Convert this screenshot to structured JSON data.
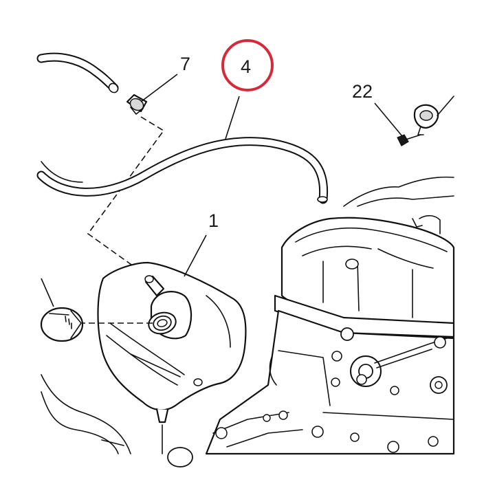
{
  "callouts": {
    "hose": "4",
    "clip": "7",
    "tank": "1",
    "bolt": "22"
  },
  "colors": {
    "highlight": "#d42a3a",
    "line": "#111111"
  },
  "icons": [
    "highlight-circle"
  ]
}
